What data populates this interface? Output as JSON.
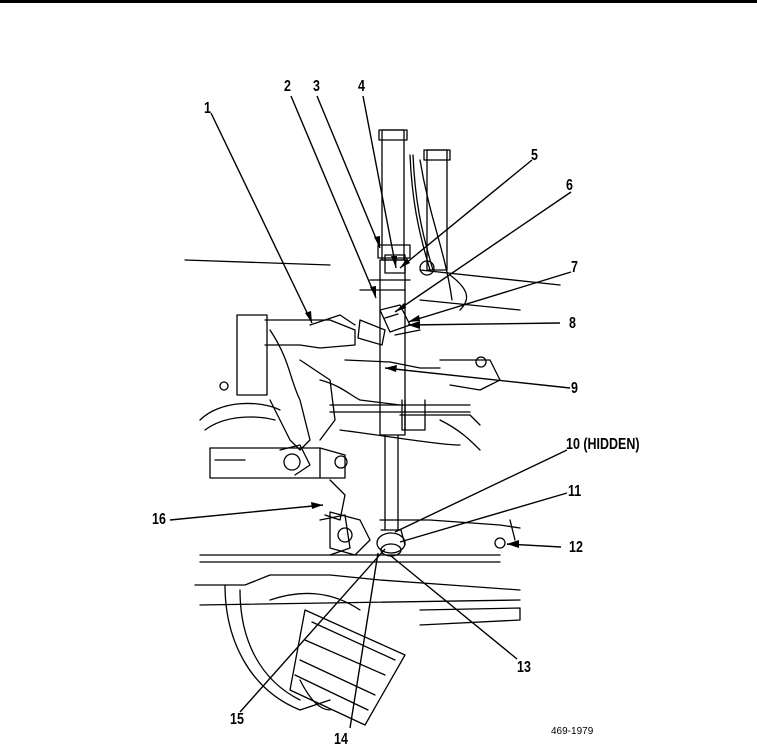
{
  "callouts": {
    "c1": "1",
    "c2": "2",
    "c3": "3",
    "c4": "4",
    "c5": "5",
    "c6": "6",
    "c7": "7",
    "c8": "8",
    "c9": "9",
    "c10": "10 (HIDDEN)",
    "c11": "11",
    "c12": "12",
    "c13": "13",
    "c14": "14",
    "c15": "15",
    "c16": "16"
  },
  "figure_id": "469-1979"
}
